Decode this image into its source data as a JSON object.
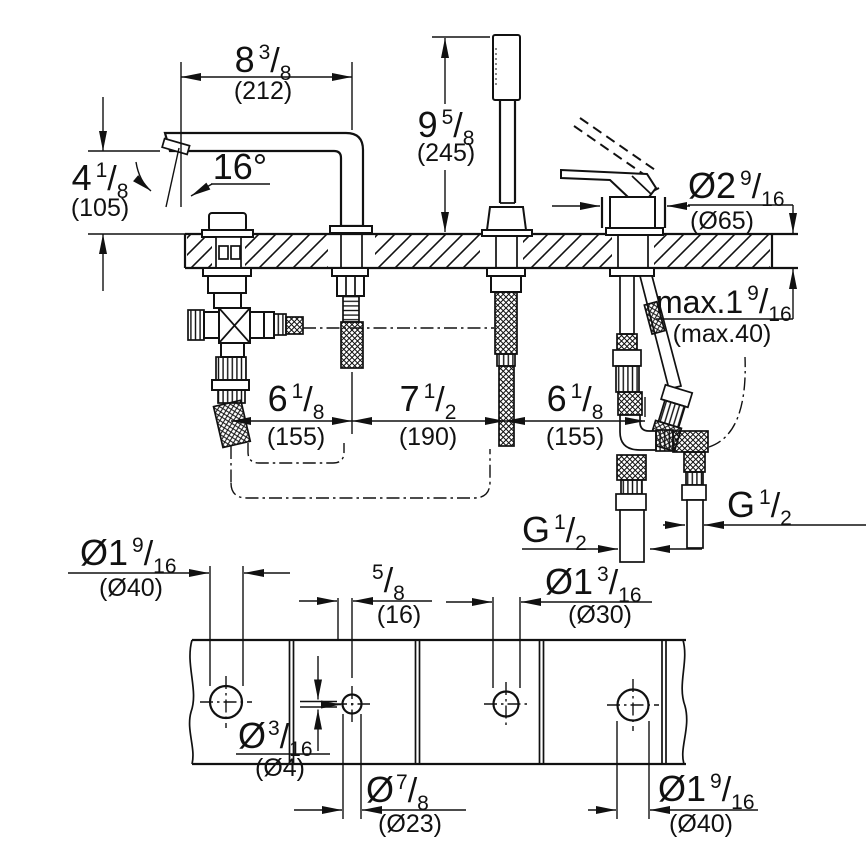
{
  "frac_sep": "/",
  "colors": {
    "line": "#111111",
    "background": "#ffffff"
  },
  "dims": {
    "spout_reach": {
      "whole": "8",
      "num": "3",
      "den": "8",
      "metric": "(212)"
    },
    "spout_height": {
      "whole": "4",
      "num": "1",
      "den": "8",
      "metric": "(105)"
    },
    "spout_angle": {
      "value": "16°"
    },
    "handshower_height": {
      "whole": "9",
      "num": "5",
      "den": "8",
      "metric": "(245)"
    },
    "handle_dia": {
      "whole": "Ø2",
      "num": "9",
      "den": "16",
      "metric": "(Ø65)"
    },
    "max_deck_thickness": {
      "whole": "max.1",
      "num": "9",
      "den": "16",
      "metric": "(max.40)"
    },
    "spacing_left": {
      "whole": "6",
      "num": "1",
      "den": "8",
      "metric": "(155)"
    },
    "spacing_mid": {
      "whole": "7",
      "num": "1",
      "den": "2",
      "metric": "(190)"
    },
    "spacing_right": {
      "whole": "6",
      "num": "1",
      "den": "8",
      "metric": "(155)"
    },
    "thread_left": {
      "whole": "G",
      "num": "1",
      "den": "2"
    },
    "thread_right": {
      "whole": "G",
      "num": "1",
      "den": "2"
    },
    "hole_diverter": {
      "whole": "Ø1",
      "num": "9",
      "den": "16",
      "metric": "(Ø40)"
    },
    "hole_offset": {
      "whole": "",
      "num": "5",
      "den": "8",
      "metric": "(16)"
    },
    "hole_shower": {
      "whole": "Ø1",
      "num": "3",
      "den": "16",
      "metric": "(Ø30)"
    },
    "hole_pin": {
      "whole": "Ø",
      "num": "3",
      "den": "16",
      "metric": "(Ø4)"
    },
    "hole_rod": {
      "whole": "Ø",
      "num": "7",
      "den": "8",
      "metric": "(Ø23)"
    },
    "hole_handle": {
      "whole": "Ø1",
      "num": "9",
      "den": "16",
      "metric": "(Ø40)"
    }
  }
}
